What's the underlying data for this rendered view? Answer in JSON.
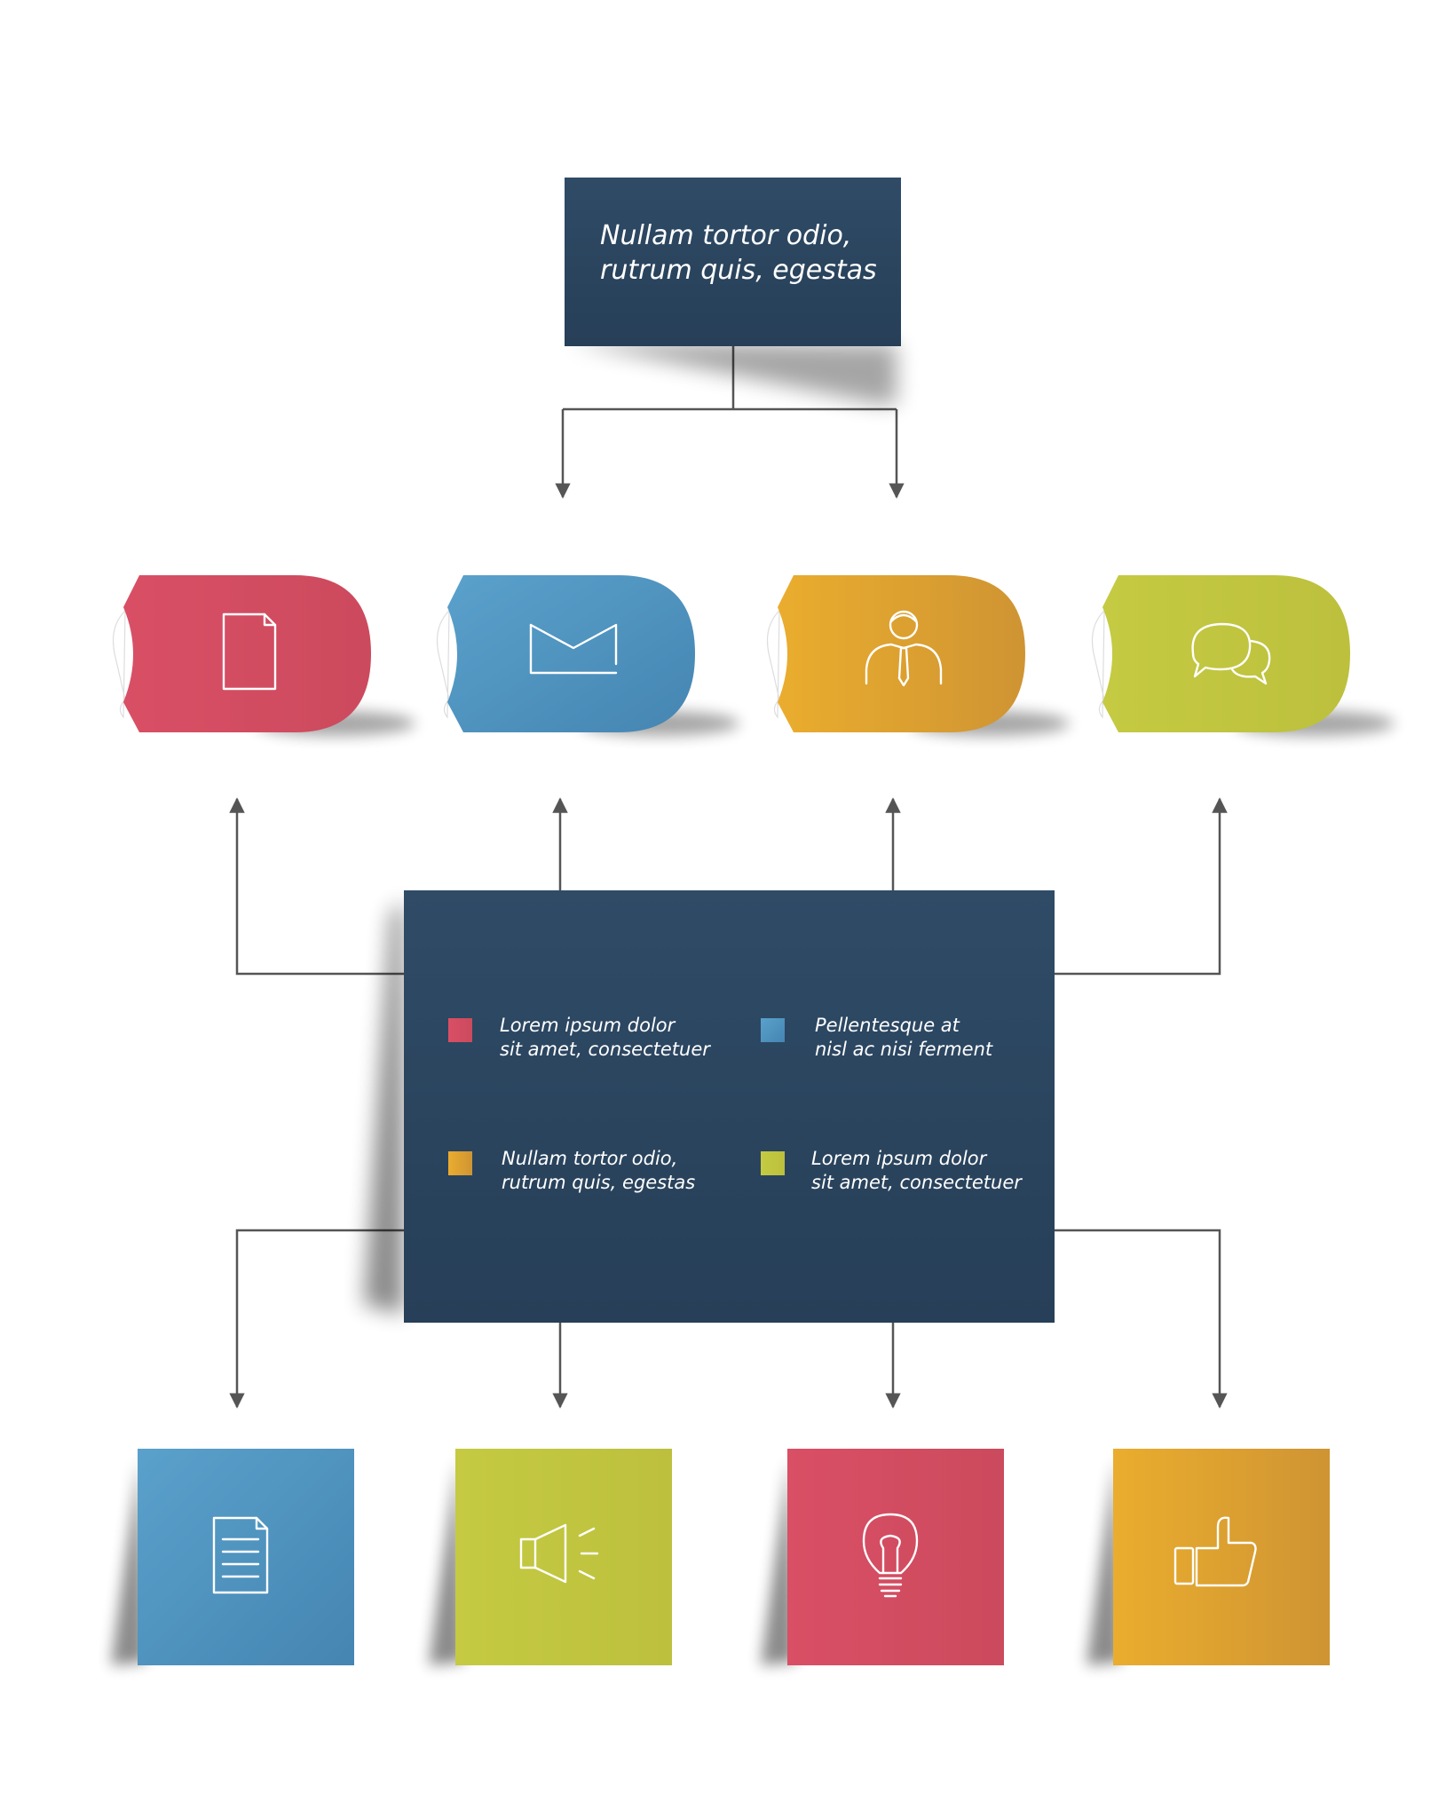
{
  "diagram": {
    "top_box": {
      "line1": "Nullam tortor odio,",
      "line2": "rutrum quis, egestas"
    },
    "legend": [
      {
        "line1": "Lorem ipsum dolor",
        "line2": "sit amet, consectetuer",
        "color": "#d34e62"
      },
      {
        "line1": "Pellentesque at",
        "line2": "nisl ac nisi ferment",
        "color": "#4f94c2"
      },
      {
        "line1": "Nullam tortor odio,",
        "line2": "rutrum quis, egestas",
        "color": "#e3a530"
      },
      {
        "line1": "Lorem ipsum dolor",
        "line2": "sit amet, consectetuer",
        "color": "#c2c640"
      }
    ],
    "tabs": [
      {
        "icon": "document-icon",
        "color": "#d34e62"
      },
      {
        "icon": "envelope-icon",
        "color": "#4f94c2"
      },
      {
        "icon": "businessman-icon",
        "color": "#e3a530"
      },
      {
        "icon": "chat-bubbles-icon",
        "color": "#c2c640"
      }
    ],
    "squares": [
      {
        "icon": "text-document-icon",
        "color": "#4f94c2"
      },
      {
        "icon": "speaker-icon",
        "color": "#c2c640"
      },
      {
        "icon": "lightbulb-icon",
        "color": "#d34e62"
      },
      {
        "icon": "thumbs-up-icon",
        "color": "#e3a530"
      }
    ],
    "colors": {
      "navy": "#2d4863",
      "connector": "#555555"
    }
  }
}
